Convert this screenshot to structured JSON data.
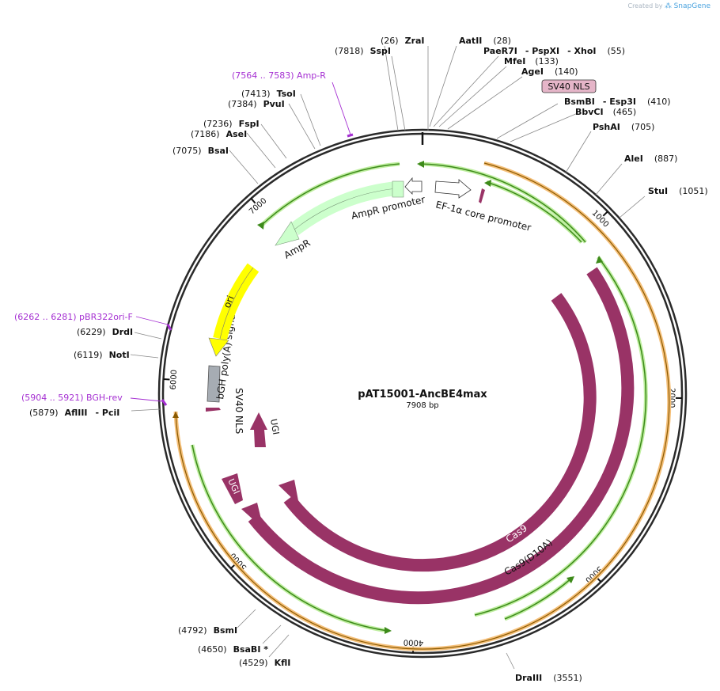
{
  "app": {
    "credit_prefix": "Created by",
    "credit_brand": "SnapGene"
  },
  "plasmid": {
    "name": "pAT15001-AncBE4max",
    "length_label": "7908 bp",
    "length": 7908
  },
  "colors": {
    "cas9": "#993366",
    "ampr": "#ccffcc",
    "ori": "#ffff00",
    "polya": "#a6acb3",
    "orf": "#f5c07a",
    "orf_inner": "#3d8a1a",
    "primer": "#a52fd2",
    "nls_box": "#e5b5c8"
  },
  "ticks": [
    {
      "pos": 1000,
      "label": "1000"
    },
    {
      "pos": 2000,
      "label": "2000"
    },
    {
      "pos": 3000,
      "label": "3000"
    },
    {
      "pos": 4000,
      "label": "4000"
    },
    {
      "pos": 5000,
      "label": "5000"
    },
    {
      "pos": 6000,
      "label": "6000"
    },
    {
      "pos": 7000,
      "label": "7000"
    }
  ],
  "sites": [
    {
      "name": "ZraI",
      "pos": "(26)"
    },
    {
      "name": "SspI",
      "pos": "(7818)"
    },
    {
      "name": "AatII",
      "pos": "(28)"
    },
    {
      "name": "PaeR7I",
      "pos": "",
      "extra": [
        "- PspXI",
        "- XhoI"
      ],
      "pos2": "(55)"
    },
    {
      "name": "MfeI",
      "pos": "(133)"
    },
    {
      "name": "AgeI",
      "pos": "(140)"
    },
    {
      "name": "BsmBI",
      "pos": "",
      "extra": [
        "- Esp3I"
      ],
      "pos2": "(410)"
    },
    {
      "name": "BbvCI",
      "pos": "(465)"
    },
    {
      "name": "PshAI",
      "pos": "(705)"
    },
    {
      "name": "AleI",
      "pos": "(887)"
    },
    {
      "name": "StuI",
      "pos": "(1051)"
    },
    {
      "name": "DraIII",
      "pos": "(3551)"
    },
    {
      "name": "KflI",
      "pos": "(4529)"
    },
    {
      "name": "BsaBI *",
      "pos": "(4650)"
    },
    {
      "name": "BsmI",
      "pos": "(4792)"
    },
    {
      "name": "AflIII",
      "pos": "(5879)",
      "extra": [
        "- PciI"
      ]
    },
    {
      "name": "NotI",
      "pos": "(6119)"
    },
    {
      "name": "DrdI",
      "pos": "(6229)"
    },
    {
      "name": "BsaI",
      "pos": "(7075)"
    },
    {
      "name": "AseI",
      "pos": "(7186)"
    },
    {
      "name": "FspI",
      "pos": "(7236)"
    },
    {
      "name": "PvuI",
      "pos": "(7384)"
    },
    {
      "name": "TsoI",
      "pos": "(7413)"
    }
  ],
  "primers": [
    {
      "label": "(7564 .. 7583)  Amp-R"
    },
    {
      "label": "(6262 .. 6281)  pBR322ori-F"
    },
    {
      "label": "(5904 .. 5921)  BGH-rev"
    }
  ],
  "features": {
    "sv40_nls_box": "SV40 NLS",
    "ampr_promoter": "AmpR promoter",
    "ef1a": "EF-1α core promoter",
    "ampr": "AmpR",
    "ori": "ori",
    "bgh": "bGH poly(A) signal",
    "sv40_nls": "SV40 NLS",
    "ugi_inner": "UGI",
    "ugi_outer": "UGI",
    "cas9": "Cas9",
    "cas9_d10a": "Cas9(D10A)"
  }
}
